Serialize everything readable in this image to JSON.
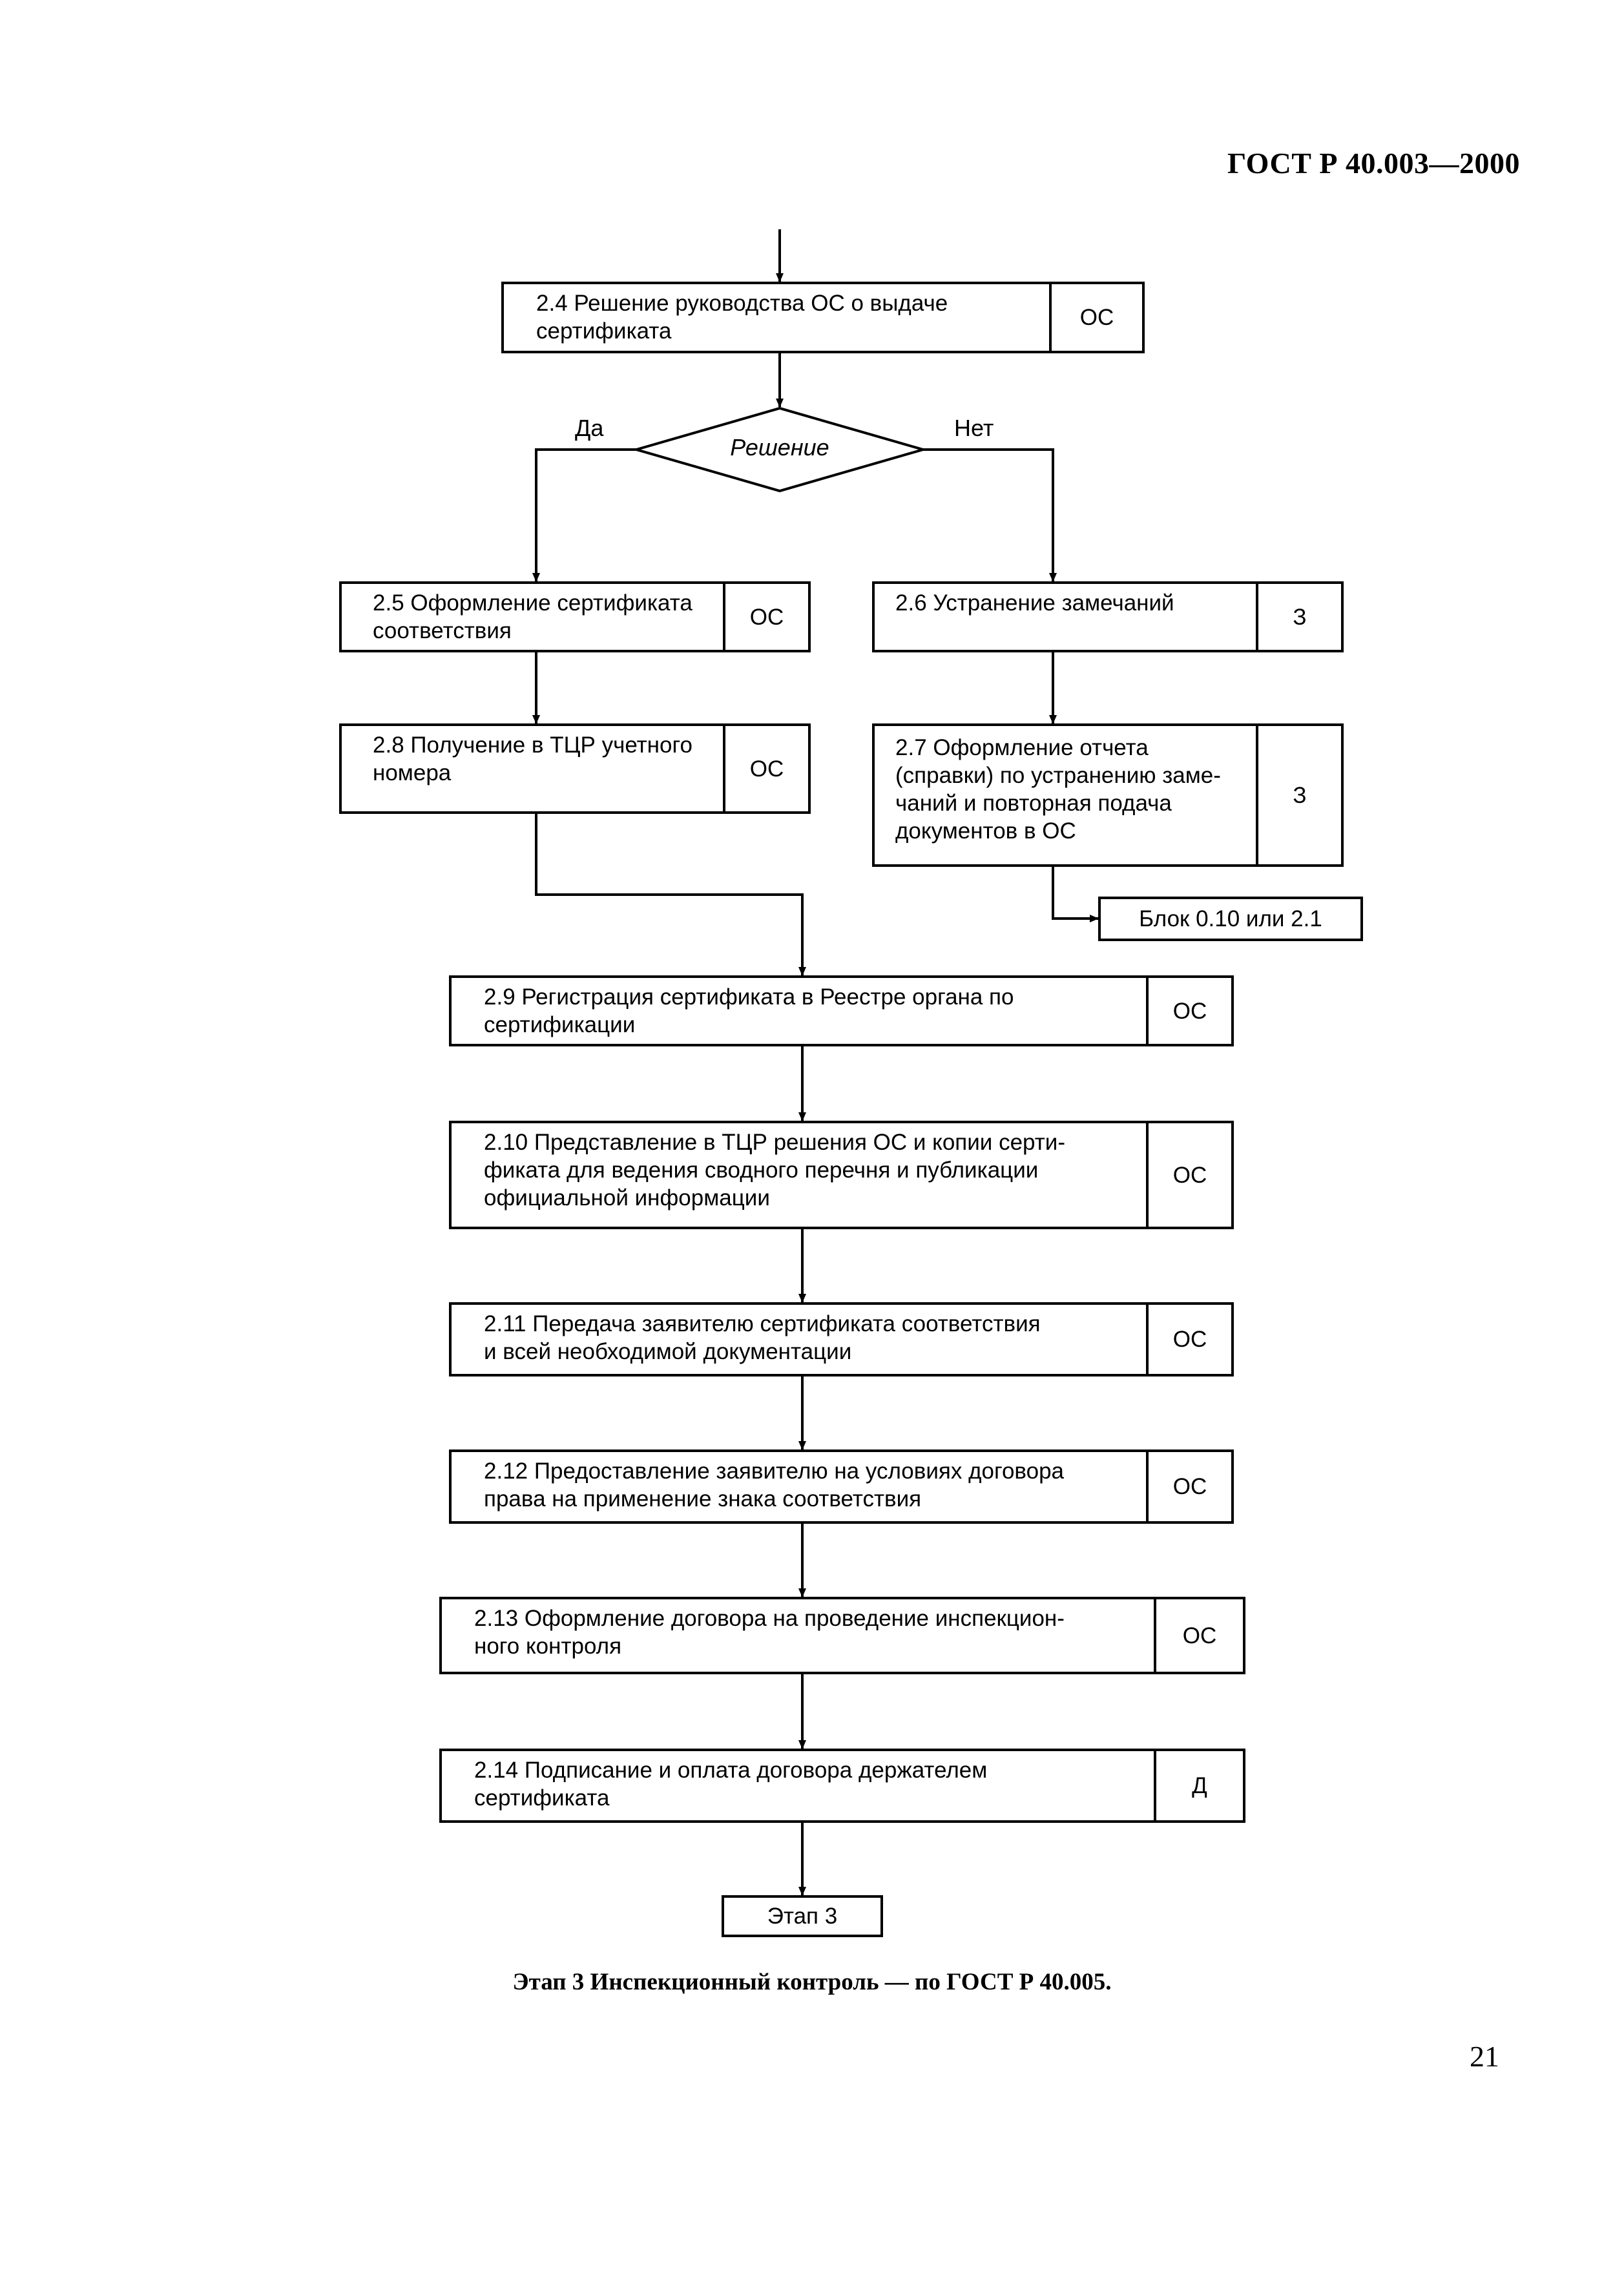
{
  "header": {
    "doc_code": "ГОСТ Р 40.003—2000"
  },
  "decision": {
    "label": "Решение",
    "yes_label": "Да",
    "no_label": "Нет"
  },
  "steps": {
    "s2_4": {
      "text": "2.4 Решение руководства ОС о выдаче\nсертификата",
      "code": "ОС"
    },
    "s2_5": {
      "text": "2.5 Оформление сертификата\nсоответствия",
      "code": "ОС"
    },
    "s2_6": {
      "text": "2.6 Устранение замечаний",
      "code": "З"
    },
    "s2_7": {
      "text": "2.7 Оформление отчета\n(справки) по устранению заме-\nчаний и повторная подача\nдокументов в ОС",
      "code": "З"
    },
    "s2_8": {
      "text": "2.8 Получение в ТЦР учетного\nномера",
      "code": "ОС"
    },
    "s2_9": {
      "text": "2.9 Регистрация сертификата в Реестре органа по\nсертификации",
      "code": "ОС"
    },
    "s2_10": {
      "text": "2.10 Представление в ТЦР решения ОС и копии серти-\nфиката для ведения сводного перечня и публикации\nофициальной информации",
      "code": "ОС"
    },
    "s2_11": {
      "text": "2.11 Передача заявителю сертификата соответствия\nи всей необходимой документации",
      "code": "ОС"
    },
    "s2_12": {
      "text": "2.12 Предоставление заявителю на условиях договора\nправа на применение знака соответствия",
      "code": "ОС"
    },
    "s2_13": {
      "text": "2.13 Оформление договора на проведение инспекцион-\nного контроля",
      "code": "ОС"
    },
    "s2_14": {
      "text": "2.14 Подписание и оплата договора держателем\nсертификата",
      "code": "Д"
    }
  },
  "terminals": {
    "block_ref": "Блок 0.10 или 2.1",
    "stage3": "Этап 3"
  },
  "footer": {
    "note": "Этап 3 Инспекционный контроль — по ГОСТ Р 40.005.",
    "page_number": "21"
  }
}
